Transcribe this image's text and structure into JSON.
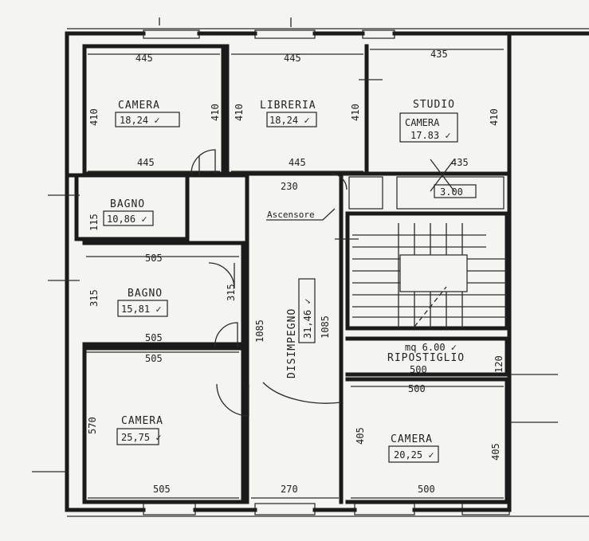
{
  "rooms": {
    "camera_nw": {
      "name": "CAMERA",
      "area": "18,24 ✓"
    },
    "libreria": {
      "name": "LIBRERIA",
      "area": "18,24 ✓"
    },
    "studio": {
      "name": "STUDIO",
      "area_label": "CAMERA",
      "area": "17.83 ✓"
    },
    "balcony": {
      "area": "3.00"
    },
    "bagno_small": {
      "name": "BAGNO",
      "area": "10,86 ✓"
    },
    "bagno": {
      "name": "BAGNO",
      "area": "15,81 ✓"
    },
    "disimpegno": {
      "name": "DISIMPEGNO",
      "area": "31,46 ✓"
    },
    "ascensore": {
      "name": "Ascensore"
    },
    "ripostiglio": {
      "name": "RIPOSTIGLIO",
      "area": "mq 6.00 ✓"
    },
    "camera_sw": {
      "name": "CAMERA",
      "area": "25,75 ✓"
    },
    "camera_se": {
      "name": "CAMERA",
      "area": "20,25 ✓"
    }
  },
  "dimensions": {
    "d445a": "445",
    "d445b": "445",
    "d435a": "435",
    "d410a": "410",
    "d410b": "410",
    "d410c": "410",
    "d410d": "410",
    "d410e": "410",
    "d445c": "445",
    "d445d": "445",
    "d435b": "435",
    "d230": "230",
    "d505a": "505",
    "d505b": "505",
    "d505c": "505",
    "d505d": "505",
    "d315a": "315",
    "d315b": "315",
    "d1085a": "1085",
    "d1085b": "1085",
    "d500a": "500",
    "d500b": "500",
    "d500c": "500",
    "d120": "120",
    "d570": "570",
    "d405a": "405",
    "d405b": "405",
    "d270": "270",
    "d115": "115"
  },
  "colors": {
    "ink": "#1b1b1b",
    "paper": "#f4f4f1"
  }
}
